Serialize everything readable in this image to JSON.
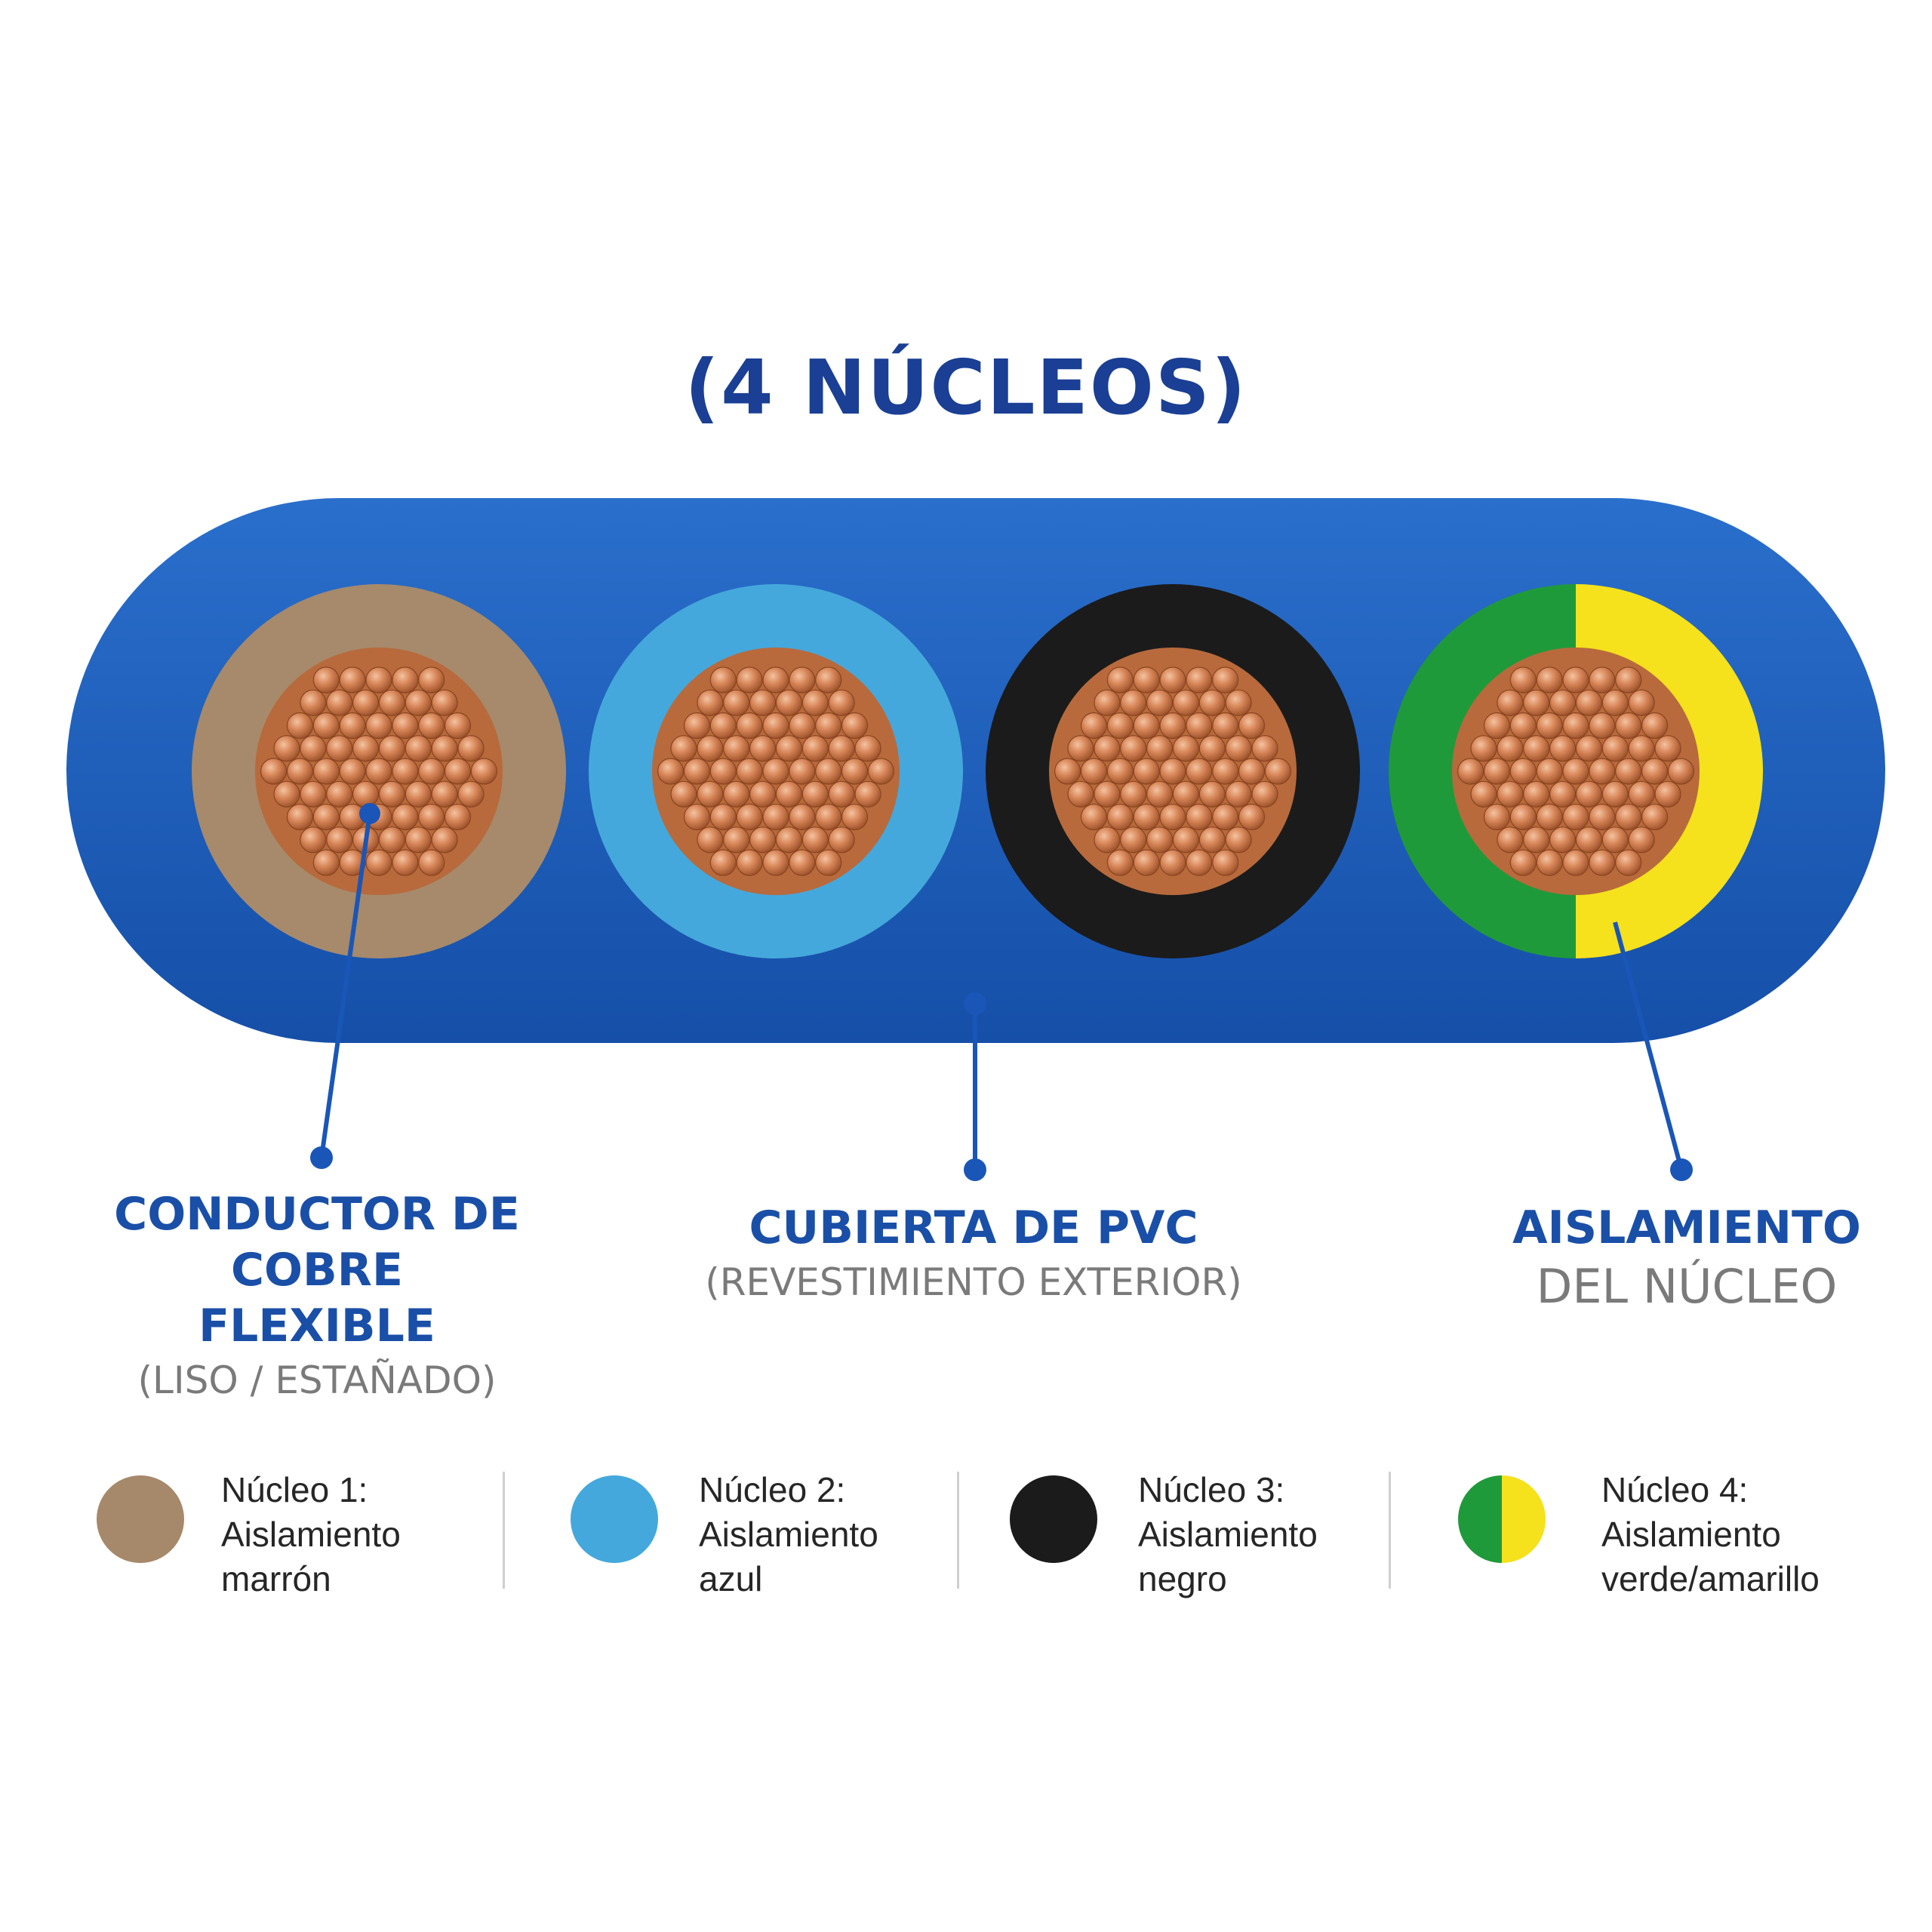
{
  "title": "(4 NÚCLEOS)",
  "callouts": {
    "conductor": {
      "line1": "CONDUCTOR DE COBRE",
      "line2": "FLEXIBLE",
      "line3": "(LISO / ESTAÑADO)"
    },
    "pvc": {
      "line1": "CUBIERTA DE PVC",
      "line2": "(REVESTIMIENTO EXTERIOR)"
    },
    "insulation": {
      "line1": "AISLAMIENTO",
      "line2": "DEL NÚCLEO"
    }
  },
  "legend": [
    {
      "line1": "Núcleo 1:",
      "line2": "Aislamiento",
      "line3": "marrón",
      "color": "#a6896a"
    },
    {
      "line1": "Núcleo 2:",
      "line2": "Aislamiento",
      "line3": "azul",
      "color": "#45a8dc"
    },
    {
      "line1": "Núcleo 3:",
      "line2": "Aislamiento",
      "line3": "negro",
      "color": "#1b1b1b"
    },
    {
      "line1": "Núcleo 4:",
      "line2": "Aislamiento",
      "line3": "verde/amarillo",
      "color": "#1f9a3a",
      "color2": "#f5e11c"
    }
  ],
  "colors": {
    "jacket": "#1c5db8",
    "accent_text": "#1a4fa8",
    "copper": "#d27e4d",
    "leader": "#1a56b8"
  }
}
